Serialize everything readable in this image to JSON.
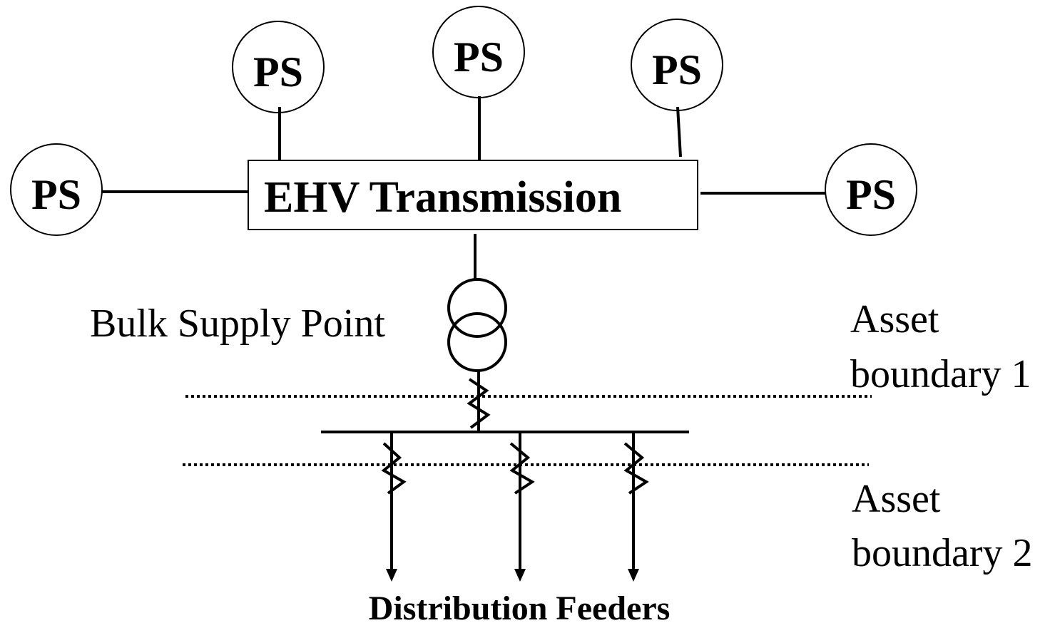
{
  "power_stations": [
    {
      "label": "PS"
    },
    {
      "label": "PS"
    },
    {
      "label": "PS"
    },
    {
      "label": "PS"
    },
    {
      "label": "PS"
    }
  ],
  "transmission": {
    "label": "EHV Transmission"
  },
  "bulk_supply_point": {
    "label": "Bulk Supply Point"
  },
  "boundaries": [
    {
      "line1": "Asset",
      "line2": "boundary 1"
    },
    {
      "line1": "Asset",
      "line2": "boundary 2"
    }
  ],
  "feeders": {
    "label": "Distribution Feeders"
  }
}
